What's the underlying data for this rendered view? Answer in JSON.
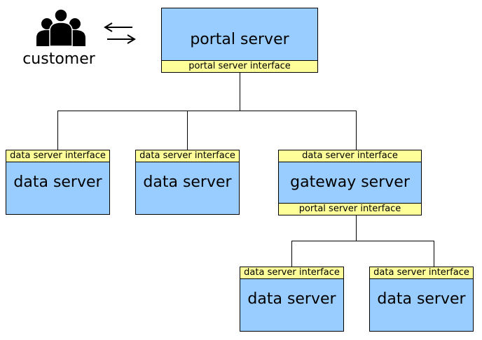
{
  "customer": {
    "label": "customer",
    "icon": "people-group-icon"
  },
  "portal": {
    "title": "portal server",
    "interface": "portal server interface"
  },
  "gateway": {
    "title": "gateway server",
    "top_interface": "data server interface",
    "bottom_interface": "portal server interface"
  },
  "data_servers": [
    {
      "title": "data server",
      "interface": "data server interface"
    },
    {
      "title": "data server",
      "interface": "data server interface"
    },
    {
      "title": "data server",
      "interface": "data server interface"
    },
    {
      "title": "data server",
      "interface": "data server interface"
    }
  ],
  "colors": {
    "server_fill": "#99ccff",
    "interface_fill": "#ffff99",
    "line": "#000000"
  }
}
